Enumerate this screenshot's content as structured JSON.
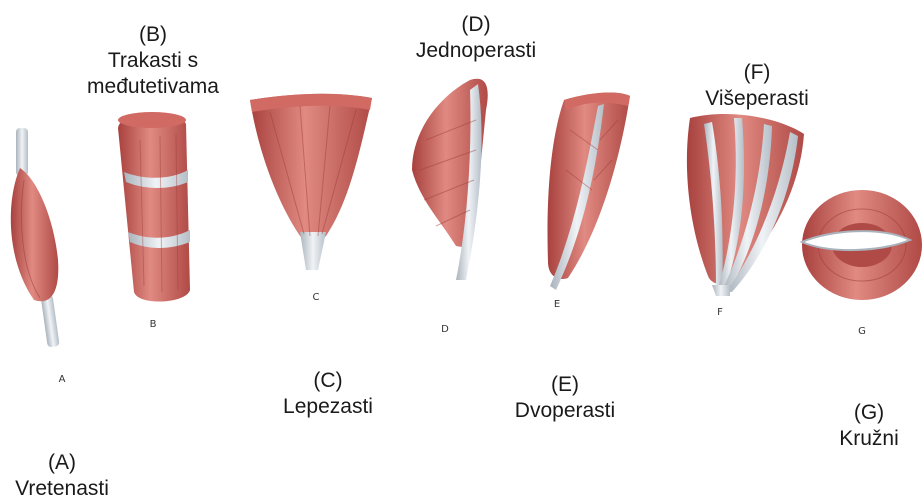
{
  "muscles": [
    {
      "id": "A",
      "letter": "A",
      "code": "(A)",
      "name": "Vretenasti"
    },
    {
      "id": "B",
      "letter": "B",
      "code": "(B)",
      "name_line1": "Trakasti s",
      "name_line2": "međutetivama"
    },
    {
      "id": "C",
      "letter": "C",
      "code": "(C)",
      "name": "Lepezasti"
    },
    {
      "id": "D",
      "letter": "D",
      "code": "(D)",
      "name": "Jednoperasti"
    },
    {
      "id": "E",
      "letter": "E",
      "code": "(E)",
      "name": "Dvoperasti"
    },
    {
      "id": "F",
      "letter": "F",
      "code": "(F)",
      "name": "Višeperasti"
    },
    {
      "id": "G",
      "letter": "G",
      "code": "(G)",
      "name": "Kružni"
    }
  ],
  "colors": {
    "muscle": "#c85a55",
    "muscle_dark": "#a8413e",
    "muscle_light": "#e08a82",
    "tendon": "#d7dde3",
    "tendon_dark": "#aab3bc"
  }
}
